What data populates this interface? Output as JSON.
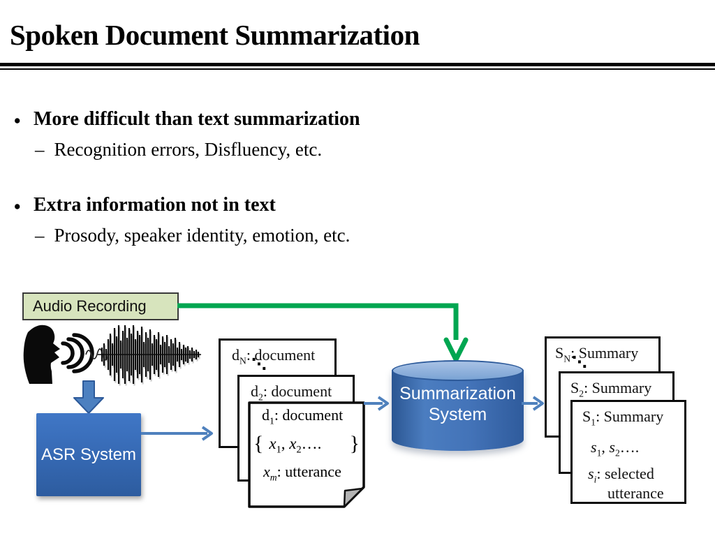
{
  "colors": {
    "accent_green": "#00a651",
    "arrow_steel_blue": "#4f81bd",
    "asr_box_blue": "#3568b2",
    "cylinder_body_blue": "#4373b8",
    "cylinder_top_blue": "#7aa3d4",
    "audio_box_fill": "#d7e4bd"
  },
  "title": "Spoken Document Summarization",
  "bullets": {
    "marker": "•",
    "dash": "–",
    "item1": "More difficult than text summarization",
    "item1_sub": "Recognition errors, Disfluency, etc.",
    "item2": "Extra information not in text",
    "item2_sub": "Prosody, speaker identity, emotion, etc."
  },
  "diagram": {
    "audio_label": "Audio Recording",
    "asr_label": "ASR System",
    "cylinder": {
      "line1": "Summarization",
      "line2": "System"
    },
    "doc_stack": {
      "ellipsis": "⋱",
      "card_n": {
        "base": "d",
        "sub": "N",
        "rest": ": document"
      },
      "card_2": {
        "base": "d",
        "sub": "2",
        "rest": ": document"
      },
      "card_1": {
        "title": {
          "base": "d",
          "sub": "1",
          "rest": ": document"
        },
        "set": {
          "open": "{",
          "x1": "x",
          "x1_sub": "1",
          "sep": ", ",
          "x2": "x",
          "x2_sub": "2",
          "dots": "….",
          "close": "}"
        },
        "item": {
          "base": "x",
          "sub": "m",
          "rest": ": utterance"
        }
      }
    },
    "sum_stack": {
      "ellipsis": "⋱",
      "card_n": {
        "base": "S",
        "sub": "N",
        "rest": ": Summary"
      },
      "card_2": {
        "base": "S",
        "sub": "2",
        "rest": ": Summary"
      },
      "card_1": {
        "title": {
          "base": "S",
          "sub": "1",
          "rest": ": Summary"
        },
        "set": {
          "s1": "s",
          "s1_sub": "1",
          "sep": ", ",
          "s2": "s",
          "s2_sub": "2",
          "dots": "…."
        },
        "item": {
          "base": "s",
          "sub": "i",
          "rest": ": selected"
        },
        "item2": "utterance"
      }
    }
  }
}
